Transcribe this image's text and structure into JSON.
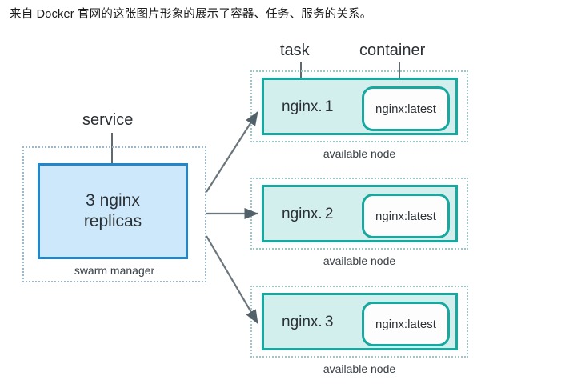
{
  "caption": "来自 Docker 官网的这张图片形象的展示了容器、任务、服务的关系。",
  "callouts": {
    "service": "service",
    "task": "task",
    "container": "container"
  },
  "service": {
    "line1": "3 nginx",
    "line2": "replicas",
    "node_label": "swarm manager"
  },
  "nodes": [
    {
      "task_label": "nginx. 1",
      "container_label": "nginx:latest",
      "node_label": "available node"
    },
    {
      "task_label": "nginx. 2",
      "container_label": "nginx:latest",
      "node_label": "available node"
    },
    {
      "task_label": "nginx. 3",
      "container_label": "nginx:latest",
      "node_label": "available node"
    }
  ],
  "colors": {
    "service_fill": "#cce8fa",
    "service_border": "#1f87ca",
    "task_fill": "#d2efee",
    "task_border": "#17a8a0",
    "container_fill": "#fdfdfd",
    "node_dotted_blue": "#9cb6cf",
    "node_dotted_teal": "#9fc6c6",
    "arrow": "#6b757c",
    "text": "#2b3034"
  }
}
